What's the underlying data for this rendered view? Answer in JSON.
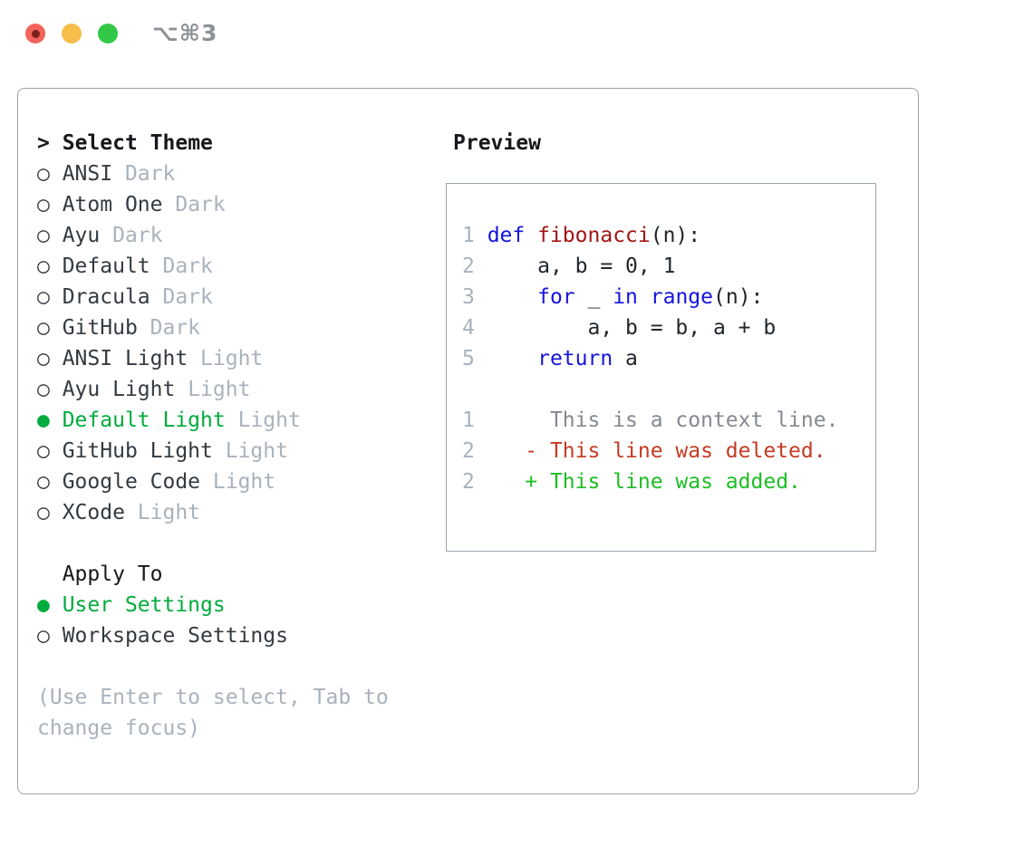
{
  "window": {
    "shortcut_label": "⌥⌘3"
  },
  "selector": {
    "prompt": ">",
    "title": "Select Theme",
    "radio_unselected": "○",
    "radio_selected": "●",
    "themes": [
      {
        "name": "ANSI",
        "variant": "Dark",
        "selected": false
      },
      {
        "name": "Atom One",
        "variant": "Dark",
        "selected": false
      },
      {
        "name": "Ayu",
        "variant": "Dark",
        "selected": false
      },
      {
        "name": "Default",
        "variant": "Dark",
        "selected": false
      },
      {
        "name": "Dracula",
        "variant": "Dark",
        "selected": false
      },
      {
        "name": "GitHub",
        "variant": "Dark",
        "selected": false
      },
      {
        "name": "ANSI Light",
        "variant": "Light",
        "selected": false
      },
      {
        "name": "Ayu Light",
        "variant": "Light",
        "selected": false
      },
      {
        "name": "Default Light",
        "variant": "Light",
        "selected": true
      },
      {
        "name": "GitHub Light",
        "variant": "Light",
        "selected": false
      },
      {
        "name": "Google Code",
        "variant": "Light",
        "selected": false
      },
      {
        "name": "XCode",
        "variant": "Light",
        "selected": false
      }
    ],
    "apply_to": {
      "title": "Apply To",
      "options": [
        {
          "label": "User Settings",
          "selected": true
        },
        {
          "label": "Workspace Settings",
          "selected": false
        }
      ]
    },
    "hint_lines": [
      "(Use Enter to select, Tab to",
      "change focus)"
    ]
  },
  "preview": {
    "title": "Preview",
    "lines": [
      {
        "num": "1",
        "segments": [
          {
            "t": "def",
            "c": "keyword"
          },
          {
            "t": " ",
            "c": "plain"
          },
          {
            "t": "fibonacci",
            "c": "function"
          },
          {
            "t": "(n):",
            "c": "plain"
          }
        ]
      },
      {
        "num": "2",
        "segments": [
          {
            "t": "    a, b = 0, 1",
            "c": "plain"
          }
        ]
      },
      {
        "num": "3",
        "segments": [
          {
            "t": "    ",
            "c": "plain"
          },
          {
            "t": "for",
            "c": "keyword"
          },
          {
            "t": " _ ",
            "c": "plain"
          },
          {
            "t": "in",
            "c": "keyword"
          },
          {
            "t": " ",
            "c": "plain"
          },
          {
            "t": "range",
            "c": "keyword"
          },
          {
            "t": "(n):",
            "c": "plain"
          }
        ]
      },
      {
        "num": "4",
        "segments": [
          {
            "t": "        a, b = b, a + b",
            "c": "plain"
          }
        ]
      },
      {
        "num": "5",
        "segments": [
          {
            "t": "    ",
            "c": "plain"
          },
          {
            "t": "return",
            "c": "keyword"
          },
          {
            "t": " a",
            "c": "plain"
          }
        ]
      },
      {
        "num": "",
        "segments": []
      },
      {
        "num": "1",
        "segments": [
          {
            "t": "     This is a context line.",
            "c": "context"
          }
        ]
      },
      {
        "num": "2",
        "segments": [
          {
            "t": "   - This line was deleted.",
            "c": "deleted"
          }
        ]
      },
      {
        "num": "2",
        "segments": [
          {
            "t": "   + This line was added.",
            "c": "added"
          }
        ]
      }
    ]
  },
  "colors": {
    "accent_green": "#00ab3d",
    "added_green": "#1dbd23",
    "deleted_red": "#c43b22",
    "keyword_blue": "#1414e0",
    "function_red": "#a31515",
    "code_text": "#21262b",
    "muted_gray": "#a9b2bc",
    "context_gray": "#84898f",
    "text_dark": "#333a41",
    "header_black": "#16181b",
    "border_gray": "#9aa4ad",
    "shortcut_gray": "#8c9197",
    "traffic_red": "#f2635a",
    "traffic_red_dot": "#7b201b",
    "traffic_yellow": "#f6bd49",
    "traffic_green": "#33c748"
  }
}
